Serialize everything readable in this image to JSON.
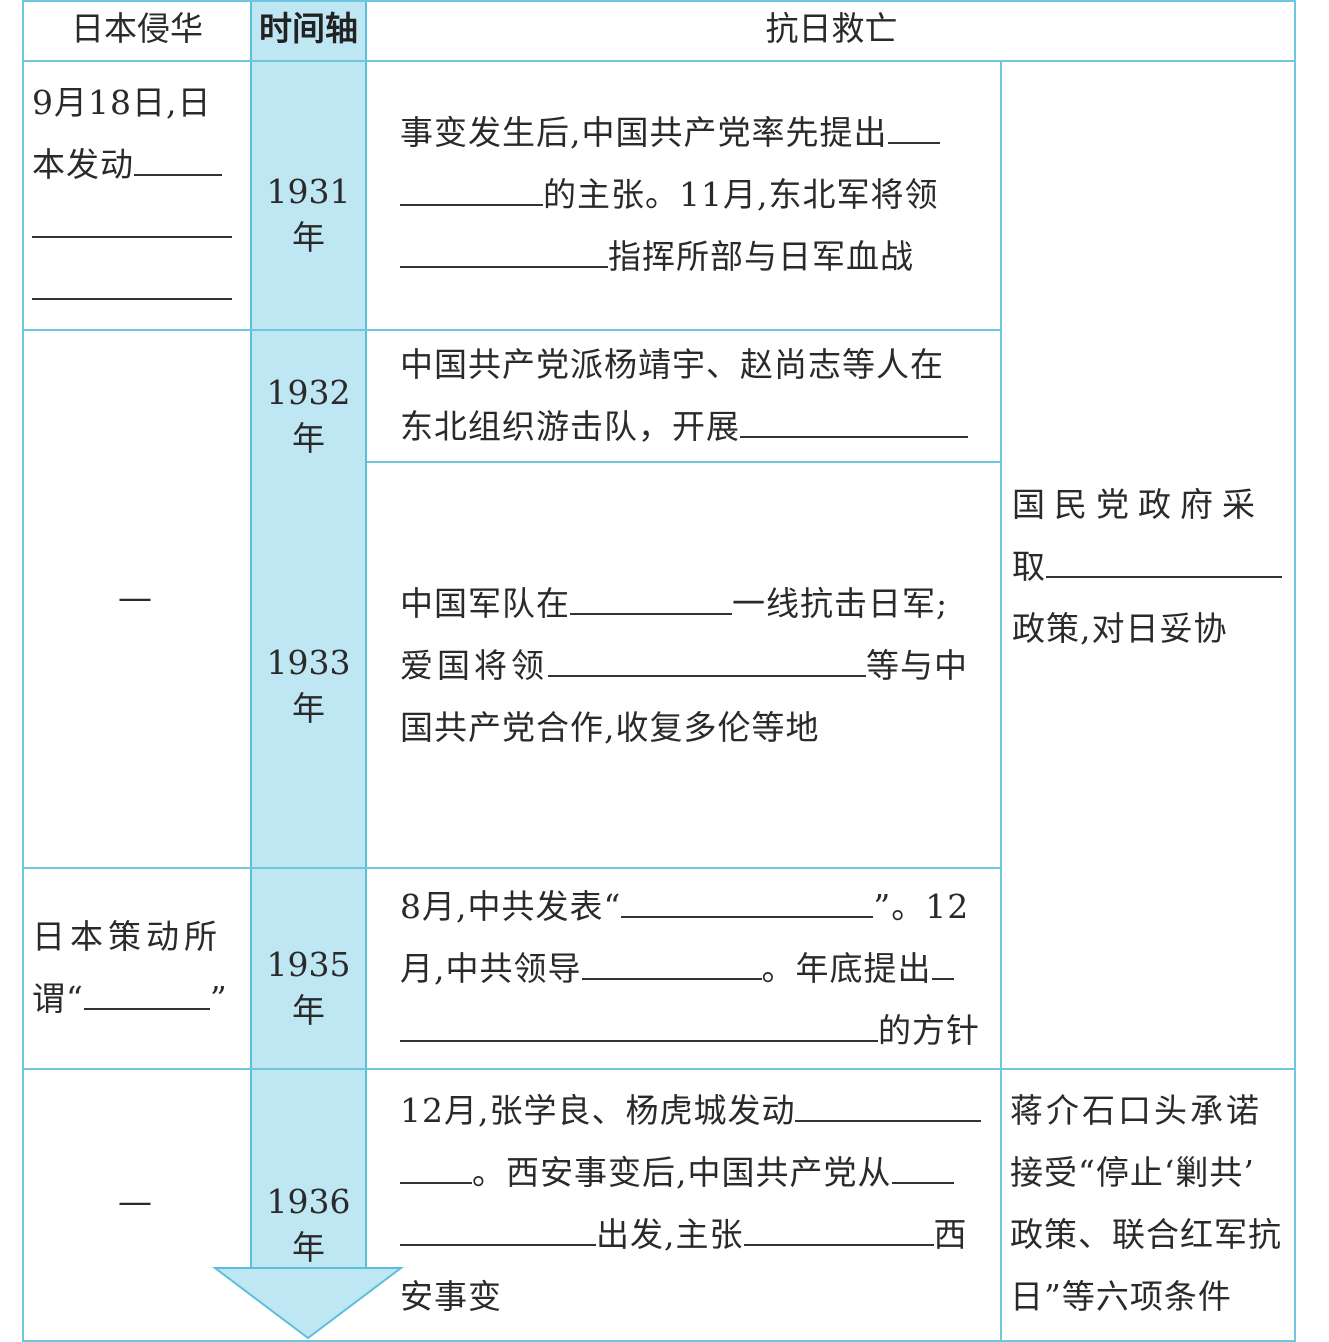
{
  "headers": {
    "invasion": "日本侵华",
    "timeline": "时间轴",
    "resistance": "抗日救亡"
  },
  "years": [
    "1931年",
    "1932年",
    "1933年",
    "1935年",
    "1936年"
  ],
  "invasion": {
    "r1931_a": "9月18日,日",
    "r1931_b": "本发动",
    "r1932_1933": "—",
    "r1935_a": "日本策动所",
    "r1935_b": "谓“",
    "r1935_c": "”",
    "r1936": "—"
  },
  "resistance": {
    "r1931_l1": "事变发生后,中国共产党率先提出",
    "r1931_l2": "的主张。11月,东北军将领",
    "r1931_l3": "指挥所部与日军血战",
    "r1932_l1": "中国共产党派杨靖宇、赵尚志等人在",
    "r1932_l2": "东北组织游击队，开展",
    "r1933_l1a": "中国军队在",
    "r1933_l1b": "一线抗击日军;",
    "r1933_l2a": "爱国将领",
    "r1933_l2b": "等与中",
    "r1933_l3": "国共产党合作,收复多伦等地",
    "r1935_l1a": "8月,中共发表“",
    "r1935_l1b": "”。12",
    "r1935_l2a": "月,中共领导",
    "r1935_l2b": "。年底提出",
    "r1935_l3": "的方针",
    "r1936_l1": "12月,张学良、杨虎城发动",
    "r1936_l2": "。西安事变后,中国共产党从",
    "r1936_l3a": "出发,主张",
    "r1936_l3b": "西",
    "r1936_l4": "安事变"
  },
  "kmt": {
    "policy_l1": "国民党政府采",
    "policy_l2": "取",
    "policy_l3": "政策,对日妥协",
    "chiang_l1": "蒋介石口头承诺",
    "chiang_l2": "接受“停止‘剿共’",
    "chiang_l3": "政策、联合红军抗",
    "chiang_l4": "日”等六项条件"
  }
}
